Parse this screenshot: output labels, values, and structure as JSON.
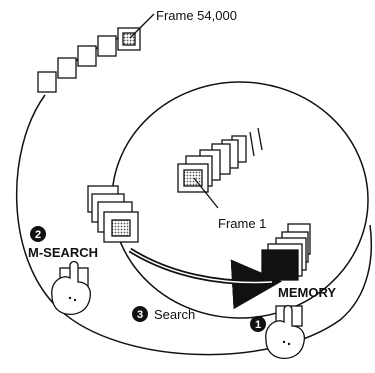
{
  "labels": {
    "frame_last": "Frame 54,000",
    "frame_first": "Frame 1",
    "m_search": "M-SEARCH",
    "memory": "MEMORY",
    "search": "Search"
  },
  "steps": {
    "memory_step": "1",
    "m_search_step": "2",
    "search_step": "3"
  }
}
